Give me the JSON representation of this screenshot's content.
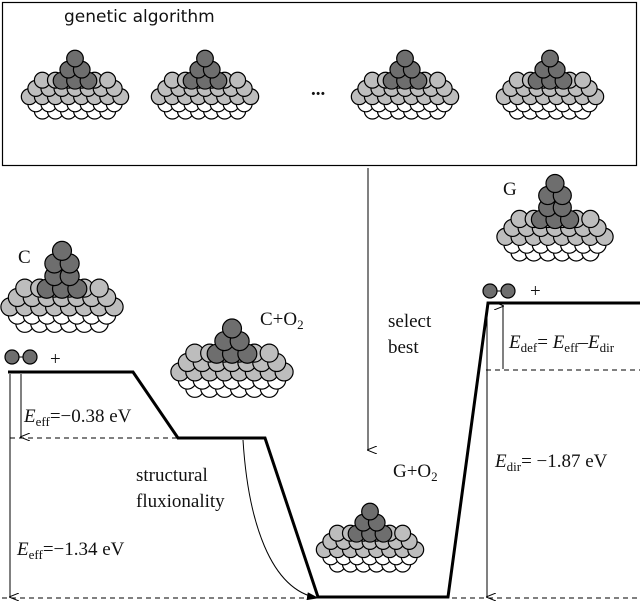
{
  "header": {
    "title": "genetic algorithm",
    "ellipsis": "..."
  },
  "labels": {
    "c": "C",
    "c_o2": "C+O",
    "g": "G",
    "g_o2": "G+O",
    "o2_sub": "2",
    "plus": "+",
    "select_best_line1": "select",
    "select_best_line2": "best",
    "structural_line1": "structural",
    "structural_line2": "fluxionality"
  },
  "energies": {
    "e_eff_small": {
      "symbol": "E",
      "sub": "eff",
      "value": "=−0.38 eV"
    },
    "e_eff_large": {
      "symbol": "E",
      "sub": "eff",
      "value": "=−1.34 eV"
    },
    "e_dir": {
      "symbol": "E",
      "sub": "dir",
      "value": "= −1.87 eV"
    },
    "e_def": {
      "symbol": "E",
      "sub": "def",
      "eq": "= ",
      "symbol2": "E",
      "sub2": "eff",
      "minus": "–",
      "symbol3": "E",
      "sub3": "dir"
    }
  },
  "colors": {
    "dark": "#6e6e6e",
    "mid": "#bdbdbd",
    "light": "#ffffff",
    "line": "#000000"
  }
}
